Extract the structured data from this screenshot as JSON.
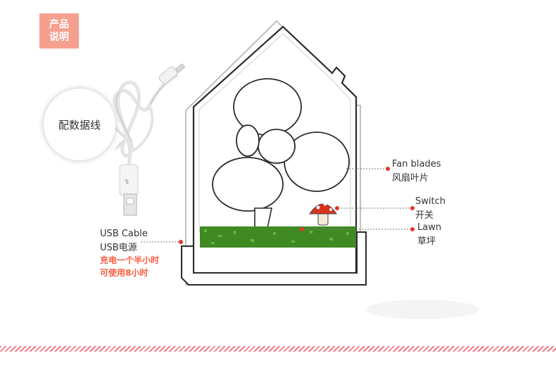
{
  "badge": {
    "line1": "产品",
    "line2": "说明"
  },
  "bubble": {
    "text": "配数据线"
  },
  "usb_label": {
    "en": "USB Cable",
    "cn": "USB电源",
    "charge_line1": "充电一个半小时",
    "charge_line2": "可使用8小时"
  },
  "callouts": {
    "fan": {
      "en": "Fan blades",
      "cn": "风扇叶片"
    },
    "switch": {
      "en": "Switch",
      "cn": "开关"
    },
    "lawn": {
      "en": "Lawn",
      "cn": "草坪"
    }
  },
  "colors": {
    "badge": "#f5a08f",
    "leader_dot": "#e2362a",
    "charge_text": "#ff5a3c",
    "lawn": "#3f8a23",
    "mushroom_cap": "#d8331f"
  }
}
